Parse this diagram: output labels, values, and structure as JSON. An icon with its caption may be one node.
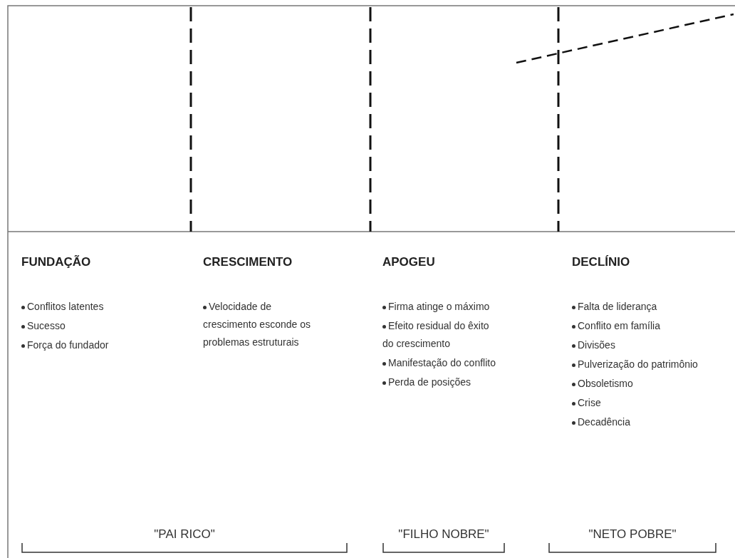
{
  "diagram": {
    "nodes": [
      {
        "text": [
          "FUNDAÇÃO",
          "Conflitos latentes",
          "Sucesso",
          "Força do fundador"
        ]
      },
      {
        "text": [
          "CRESCIMENTO",
          "Velocidade de crescimento esconde os problemas estruturais"
        ]
      },
      {
        "text": [
          "APOGEU",
          "Firma atinge o máximo",
          "Efeito residual do êxito do crescimento",
          "Manifestação do conflito",
          "Perda de posições"
        ]
      },
      {
        "text": [
          "DECLÍNIO",
          "Falta de liderança",
          "Conflito em família",
          "Divisões",
          "Pulverização do patrimônio",
          "Obsoletismo",
          "Crise",
          "Decadência"
        ]
      }
    ],
    "edges": [],
    "labels": [
      "\"PAI RICO\"",
      "\"FILHO NOBRE\"",
      "\"NETO POBRE\""
    ]
  }
}
